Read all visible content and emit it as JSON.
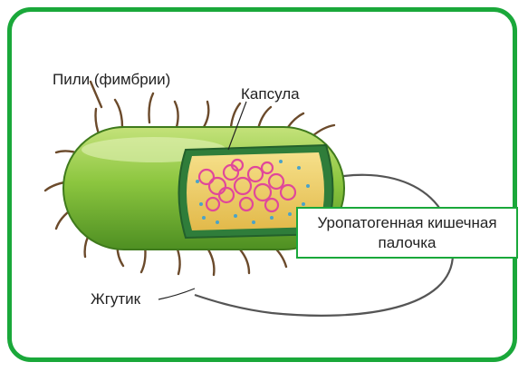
{
  "labels": {
    "pili": "Пили (фимбрии)",
    "capsule": "Капсула",
    "flagellum": "Жгутик",
    "organism_line1": "Уропатогенная кишечная",
    "organism_line2": "палочка"
  },
  "colors": {
    "frame": "#1aa83a",
    "cell_body": "#8cc63f",
    "cytoplasm": "#f2d36b",
    "dna": "#e0489a",
    "pili": "#6b4a2b"
  }
}
